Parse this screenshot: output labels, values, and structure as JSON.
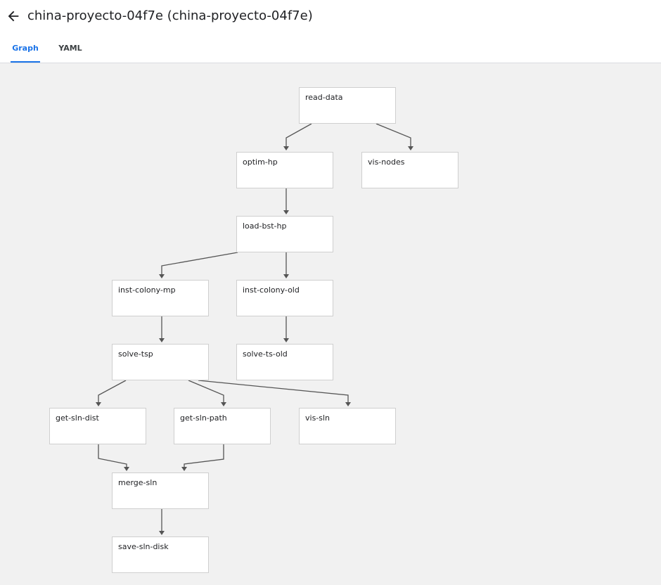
{
  "header": {
    "title": "china-proyecto-04f7e (china-proyecto-04f7e)",
    "back_icon": "arrow-left-icon"
  },
  "tabs": [
    {
      "label": "Graph",
      "selected": true
    },
    {
      "label": "YAML",
      "selected": false
    }
  ],
  "colors": {
    "accent": "#1a73e8",
    "canvas": "#f1f1f1",
    "edge": "#555555"
  },
  "graph": {
    "nodes": [
      {
        "id": "read-data",
        "label": "read-data"
      },
      {
        "id": "optim-hp",
        "label": "optim-hp"
      },
      {
        "id": "vis-nodes",
        "label": "vis-nodes"
      },
      {
        "id": "load-bst-hp",
        "label": "load-bst-hp"
      },
      {
        "id": "inst-colony-mp",
        "label": "inst-colony-mp"
      },
      {
        "id": "inst-colony-old",
        "label": "inst-colony-old"
      },
      {
        "id": "solve-tsp",
        "label": "solve-tsp"
      },
      {
        "id": "solve-ts-old",
        "label": "solve-ts-old"
      },
      {
        "id": "get-sln-dist",
        "label": "get-sln-dist"
      },
      {
        "id": "get-sln-path",
        "label": "get-sln-path"
      },
      {
        "id": "vis-sln",
        "label": "vis-sln"
      },
      {
        "id": "merge-sln",
        "label": "merge-sln"
      },
      {
        "id": "save-sln-disk",
        "label": "save-sln-disk"
      }
    ],
    "edges": [
      {
        "from": "read-data",
        "to": "optim-hp"
      },
      {
        "from": "read-data",
        "to": "vis-nodes"
      },
      {
        "from": "optim-hp",
        "to": "load-bst-hp"
      },
      {
        "from": "load-bst-hp",
        "to": "inst-colony-mp"
      },
      {
        "from": "load-bst-hp",
        "to": "inst-colony-old"
      },
      {
        "from": "inst-colony-mp",
        "to": "solve-tsp"
      },
      {
        "from": "inst-colony-old",
        "to": "solve-ts-old"
      },
      {
        "from": "solve-tsp",
        "to": "get-sln-dist"
      },
      {
        "from": "solve-tsp",
        "to": "get-sln-path"
      },
      {
        "from": "solve-tsp",
        "to": "vis-sln"
      },
      {
        "from": "get-sln-dist",
        "to": "merge-sln"
      },
      {
        "from": "get-sln-path",
        "to": "merge-sln"
      },
      {
        "from": "merge-sln",
        "to": "save-sln-disk"
      }
    ]
  }
}
